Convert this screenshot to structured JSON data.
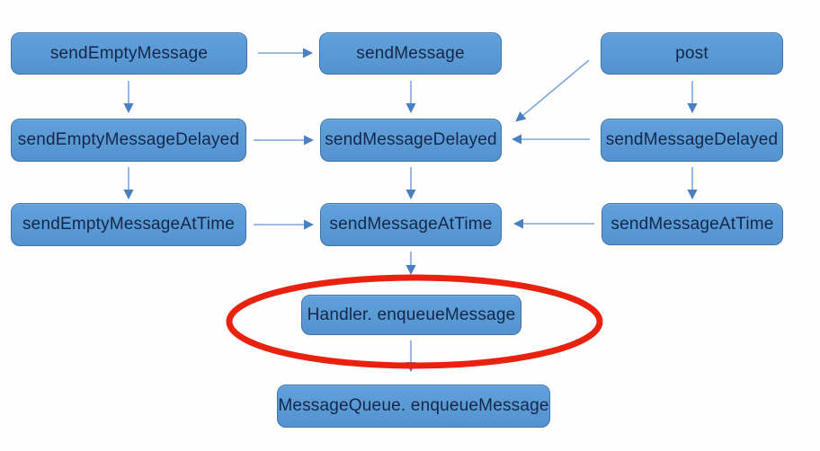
{
  "diagram": {
    "description": "Handler message sending flowchart",
    "colors": {
      "box_fill": "#5b9bd5",
      "box_border": "#3e74ab",
      "arrow_line": "#7fa6d8",
      "arrow_head": "#4a80c2",
      "highlight_red": "#e8220f",
      "text": "#14274a",
      "background": "#fefefe"
    },
    "nodes": [
      {
        "id": "sendEmptyMessage",
        "label": "sendEmptyMessage"
      },
      {
        "id": "sendMessage",
        "label": "sendMessage"
      },
      {
        "id": "post",
        "label": "post"
      },
      {
        "id": "sendEmptyMessageDelayed",
        "label": "sendEmptyMessageDelayed"
      },
      {
        "id": "sendMessageDelayed-center",
        "label": "sendMessageDelayed"
      },
      {
        "id": "sendMessageDelayed-right",
        "label": "sendMessageDelayed"
      },
      {
        "id": "sendEmptyMessageAtTime",
        "label": "sendEmptyMessageAtTime"
      },
      {
        "id": "sendMessageAtTime-center",
        "label": "sendMessageAtTime"
      },
      {
        "id": "sendMessageAtTime-right",
        "label": "sendMessageAtTime"
      },
      {
        "id": "handler-enqueueMessage",
        "label": "Handler. enqueueMessage",
        "highlighted": true
      },
      {
        "id": "messagequeue-enqueueMessage",
        "label": "MessageQueue. enqueueMessage"
      }
    ],
    "edges": [
      {
        "from": "sendEmptyMessage",
        "to": "sendMessage"
      },
      {
        "from": "sendEmptyMessage",
        "to": "sendEmptyMessageDelayed"
      },
      {
        "from": "sendEmptyMessageDelayed",
        "to": "sendEmptyMessageAtTime"
      },
      {
        "from": "sendEmptyMessageDelayed",
        "to": "sendMessageDelayed-center"
      },
      {
        "from": "sendEmptyMessageAtTime",
        "to": "sendMessageAtTime-center"
      },
      {
        "from": "sendMessage",
        "to": "sendMessageDelayed-center"
      },
      {
        "from": "sendMessageDelayed-center",
        "to": "sendMessageAtTime-center"
      },
      {
        "from": "sendMessageAtTime-center",
        "to": "handler-enqueueMessage"
      },
      {
        "from": "handler-enqueueMessage",
        "to": "messagequeue-enqueueMessage"
      },
      {
        "from": "post",
        "to": "sendMessageDelayed-center"
      },
      {
        "from": "post",
        "to": "sendMessageDelayed-right"
      },
      {
        "from": "sendMessageDelayed-right",
        "to": "sendMessageAtTime-right"
      },
      {
        "from": "sendMessageDelayed-right",
        "to": "sendMessageDelayed-center"
      },
      {
        "from": "sendMessageAtTime-right",
        "to": "sendMessageAtTime-center"
      }
    ],
    "highlight": {
      "shape": "ellipse",
      "around": "handler-enqueueMessage"
    }
  }
}
